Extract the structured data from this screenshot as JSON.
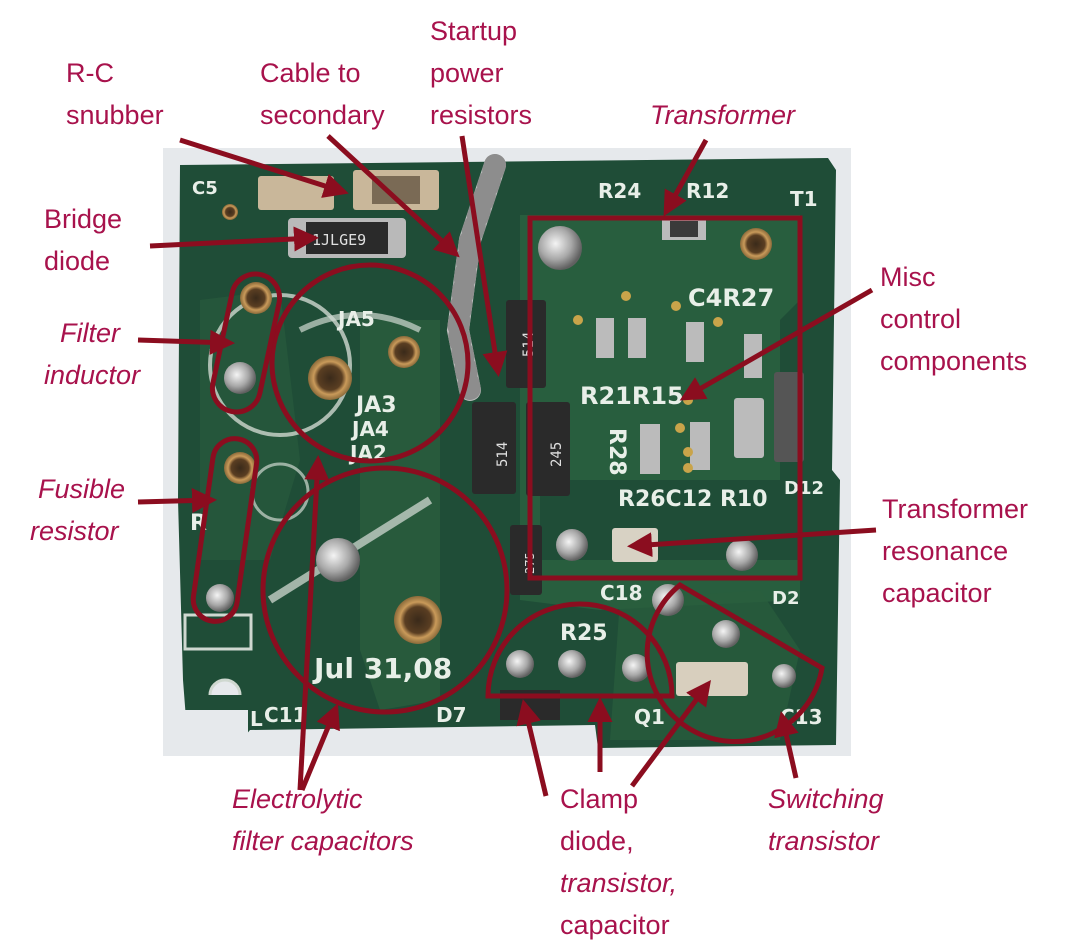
{
  "board": {
    "date_text": "Jul 31,08",
    "bridge_marking": "1JLGE9",
    "resistor_codes": [
      "514",
      "514",
      "245",
      "275"
    ]
  },
  "silkscreen": {
    "c5": "C5",
    "r24": "R24",
    "r12": "R12",
    "t1": "T1",
    "c4r27": "C4R27",
    "r21r15": "R21R15",
    "r28": "R28",
    "r26c12r10": "R26C12 R10",
    "c18": "C18",
    "r25": "R25",
    "q1": "Q1",
    "d7": "D7",
    "c13": "C13",
    "c11": "C11",
    "l": "L",
    "r": "R",
    "ja5": "JA5",
    "ja3": "JA3",
    "ja4": "JA4",
    "ja2": "JA2",
    "d2": "D2",
    "d12": "D12"
  },
  "labels": {
    "rc_snubber": [
      "R-C",
      "snubber"
    ],
    "cable_to_secondary": [
      "Cable to",
      "secondary"
    ],
    "startup_power_resistors": [
      "Startup",
      "power",
      "resistors"
    ],
    "transformer": [
      "Transformer"
    ],
    "bridge_diode": [
      "Bridge",
      "diode"
    ],
    "misc_control": [
      "Misc",
      "control",
      "components"
    ],
    "filter_inductor": [
      "Filter",
      "inductor"
    ],
    "fusible_resistor": [
      "Fusible",
      "resistor"
    ],
    "transformer_resonance": [
      "Transformer",
      "resonance",
      "capacitor"
    ],
    "electrolytic": [
      "Electrolytic",
      "filter capacitors"
    ],
    "clamp": [
      "Clamp",
      "diode,",
      "transistor,",
      "capacitor"
    ],
    "switching": [
      "Switching",
      "transistor"
    ]
  },
  "colors": {
    "label": "#a8124c",
    "annotation": "#8b0d1f",
    "pcb": "#1f4d37",
    "trace": "#2f6e45",
    "silkscreen": "#e8efe8"
  }
}
